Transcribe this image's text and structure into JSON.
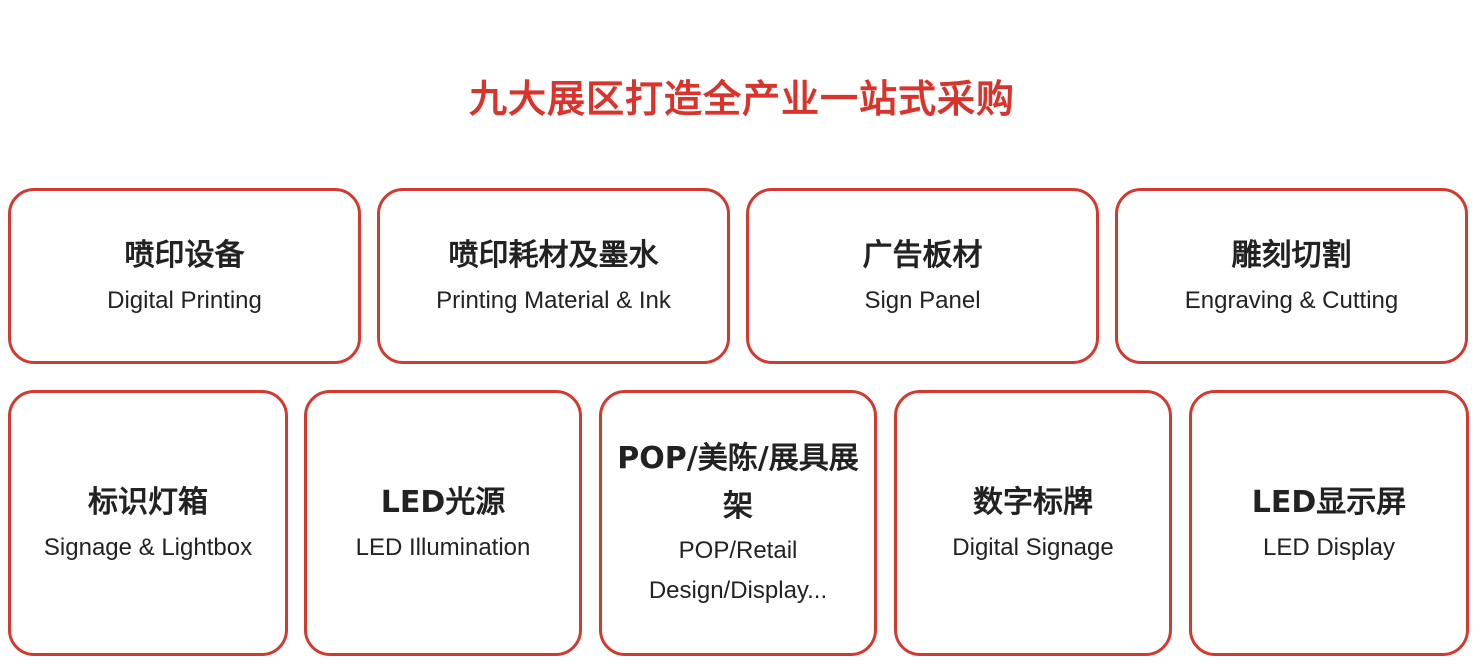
{
  "title": "九大展区打造全产业一站式采购",
  "colors": {
    "accent": "#d9342b",
    "border": "#d23a30",
    "text": "#222222",
    "background": "#ffffff"
  },
  "zones": [
    {
      "cn": "喷印设备",
      "en": "Digital Printing"
    },
    {
      "cn": "喷印耗材及墨水",
      "en": "Printing Material & Ink"
    },
    {
      "cn": "广告板材",
      "en": "Sign Panel"
    },
    {
      "cn": "雕刻切割",
      "en": "Engraving & Cutting"
    },
    {
      "cn": "标识灯箱",
      "en": "Signage & Lightbox"
    },
    {
      "cn": "LED光源",
      "en": "LED Illumination"
    },
    {
      "cn": "POP/美陈/展具展架",
      "en": "POP/Retail Design/Display..."
    },
    {
      "cn": "数字标牌",
      "en": "Digital Signage"
    },
    {
      "cn": "LED显示屏",
      "en": "LED Display"
    }
  ]
}
